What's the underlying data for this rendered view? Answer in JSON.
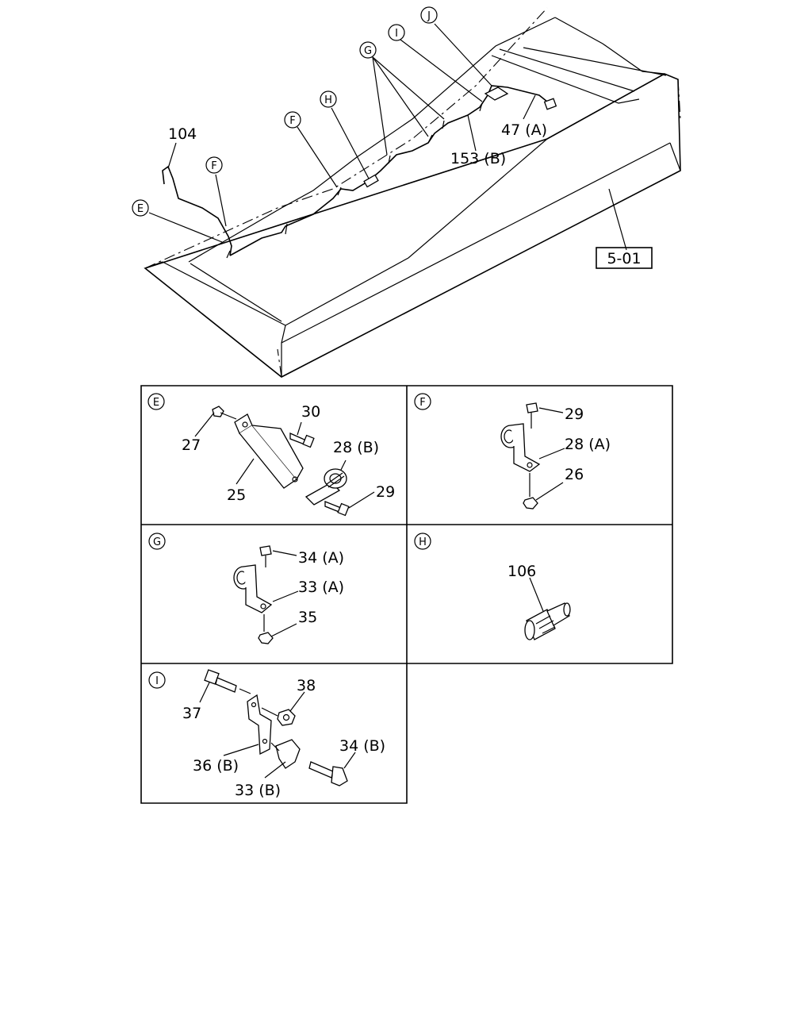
{
  "overview": {
    "callouts": {
      "e": "E",
      "f1": "F",
      "f2": "F",
      "g": "G",
      "h": "H",
      "i": "I",
      "j": "J"
    },
    "labels": {
      "p104": "104",
      "p47a": "47 (A)",
      "p153b": "153 (B)",
      "ref": "5-01"
    }
  },
  "details": {
    "e": {
      "badge": "E",
      "labels": [
        "27",
        "30",
        "28 (B)",
        "25",
        "29"
      ]
    },
    "f": {
      "badge": "F",
      "labels": [
        "29",
        "28 (A)",
        "26"
      ]
    },
    "g": {
      "badge": "G",
      "labels": [
        "34 (A)",
        "33 (A)",
        "35"
      ]
    },
    "h": {
      "badge": "H",
      "labels": [
        "106"
      ]
    },
    "i": {
      "badge": "I",
      "labels": [
        "37",
        "38",
        "34 (B)",
        "36 (B)",
        "33 (B)"
      ]
    }
  }
}
